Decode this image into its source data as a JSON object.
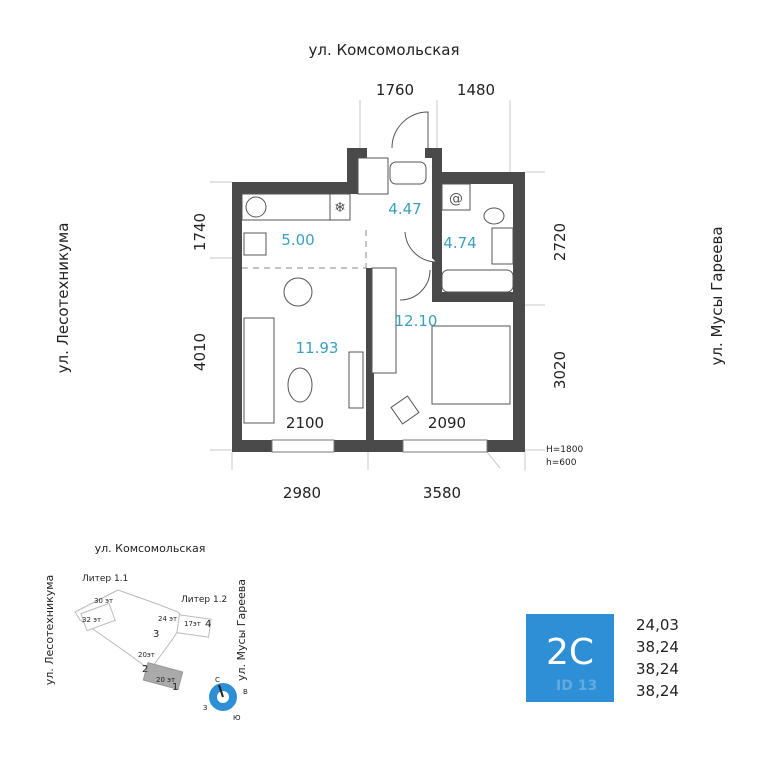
{
  "streets": {
    "top": "ул. Комсомольская",
    "left": "ул. Лесотехникума",
    "right": "ул. Мусы Гареева"
  },
  "dimensions": {
    "top_left": "1760",
    "top_right": "1480",
    "left_top": "1740",
    "left_bottom": "4010",
    "right_top": "2720",
    "right_bottom": "3020",
    "inner_left": "2100",
    "inner_right": "2090",
    "bottom_left": "2980",
    "bottom_right": "3580",
    "window_H": "H=1800",
    "window_h": "h=600"
  },
  "rooms": {
    "kitchen": "5.00",
    "hall": "4.47",
    "bathroom": "4.74",
    "living": "11.93",
    "bedroom": "12.10"
  },
  "minimap": {
    "street_top": "ул. Комсомольская",
    "street_left": "ул. Лесотехникума",
    "street_right": "ул. Мусы Гареева",
    "liter_1_1": "Литер 1.1",
    "liter_1_2": "Литер 1.2",
    "floors": [
      "30 эт",
      "32 эт",
      "24 эт",
      "17эт",
      "20эт",
      "20 эт"
    ],
    "sections": [
      "4",
      "3",
      "2",
      "1"
    ],
    "compass": {
      "n": "С",
      "e": "В",
      "s": "Ю",
      "w": "З"
    }
  },
  "badge": {
    "label": "2С",
    "id": "ID 13",
    "color": "#2e8fd6"
  },
  "areas": [
    "24,03",
    "38,24",
    "38,24",
    "38,24"
  ]
}
